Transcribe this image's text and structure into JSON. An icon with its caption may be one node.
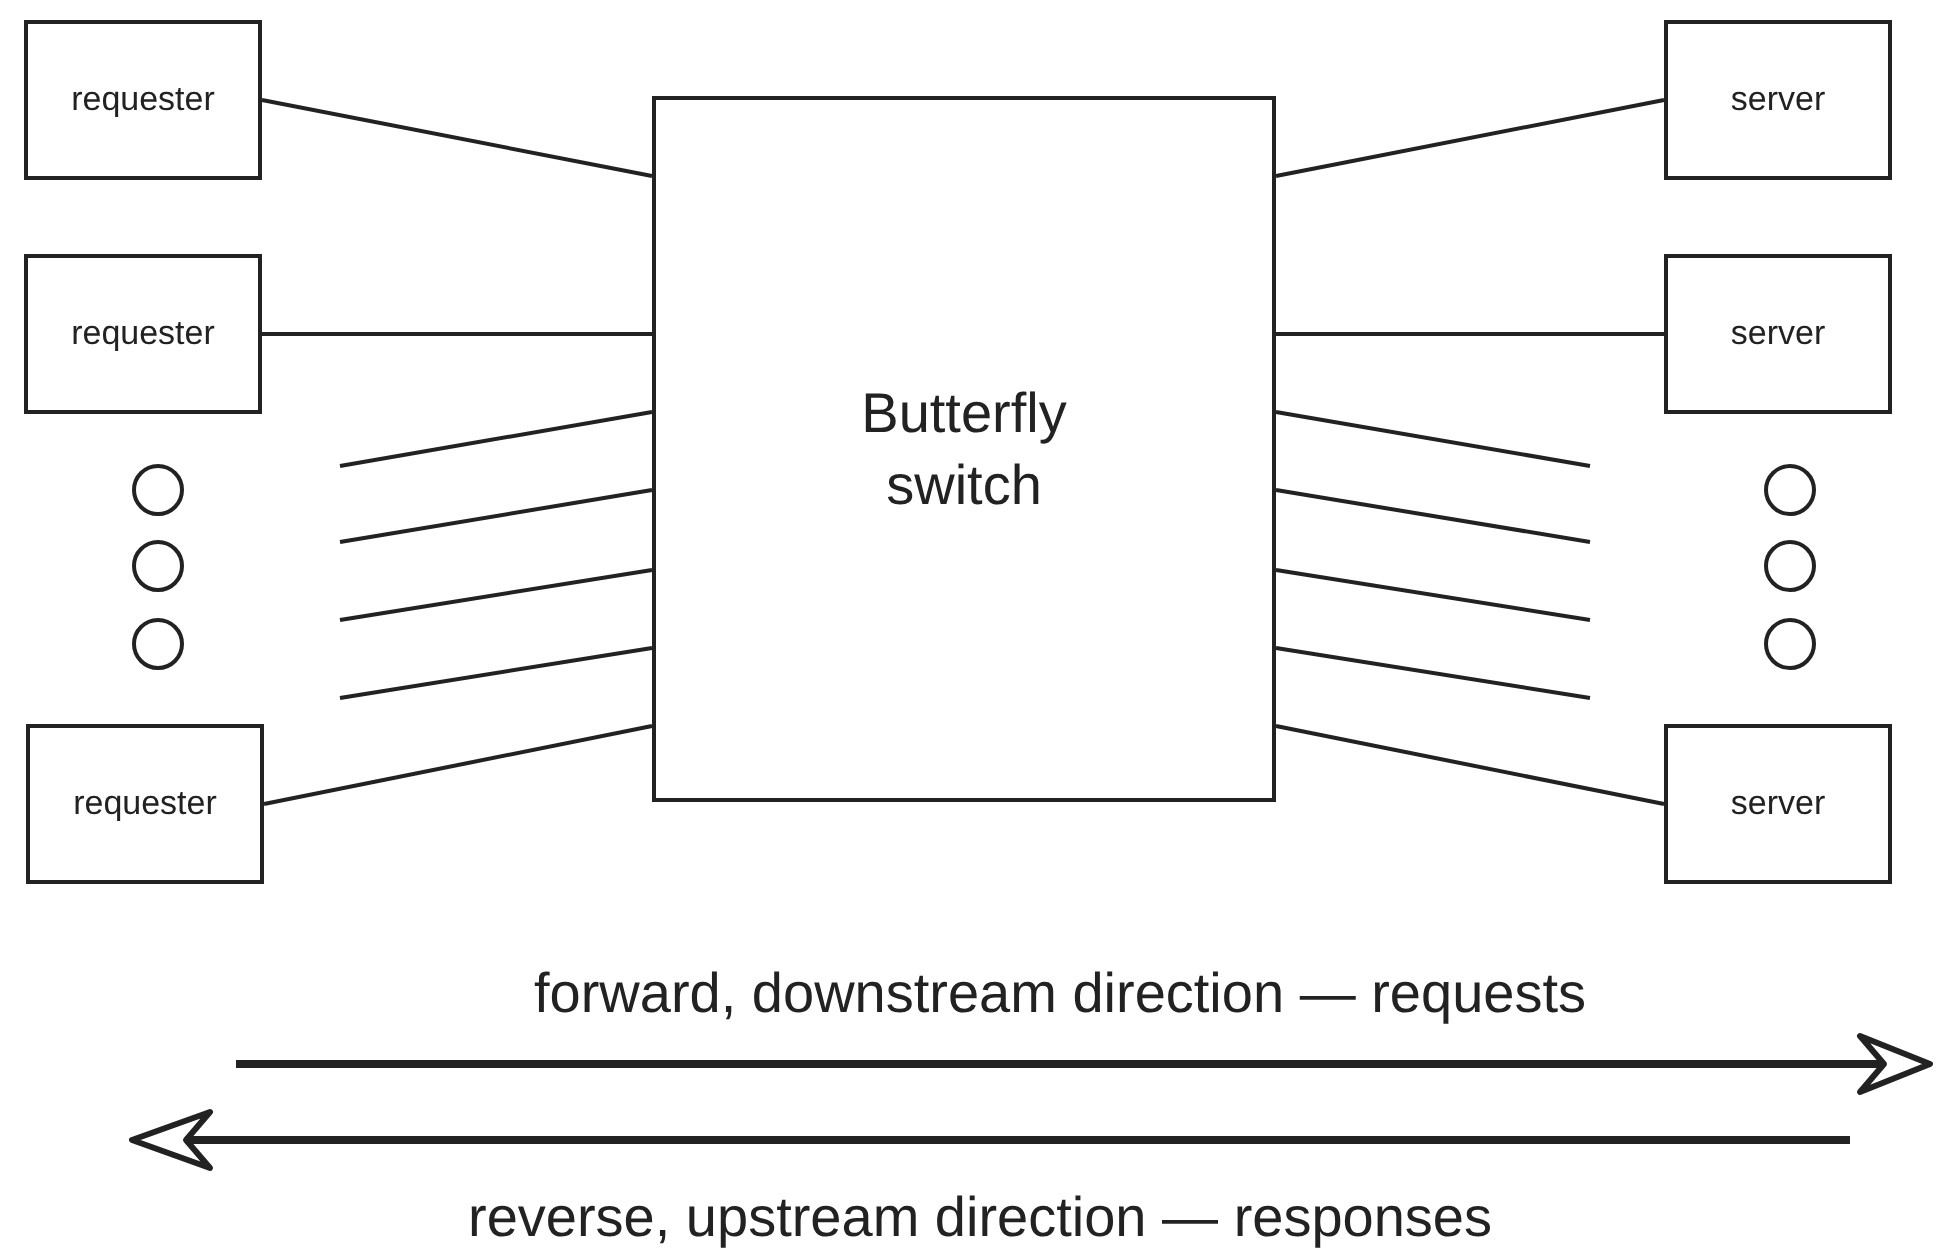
{
  "diagram": {
    "nodes": [
      {
        "text": [
          "requester"
        ]
      },
      {
        "text": [
          "requester"
        ]
      },
      {
        "text": [
          "requester"
        ]
      },
      {
        "text": [
          "Butterfly switch"
        ]
      },
      {
        "text": [
          "server"
        ]
      },
      {
        "text": [
          "server"
        ]
      },
      {
        "text": [
          "server"
        ]
      },
      {
        "text": [],
        "shape": "circle"
      },
      {
        "text": [],
        "shape": "circle"
      },
      {
        "text": [],
        "shape": "circle"
      },
      {
        "text": [],
        "shape": "circle"
      },
      {
        "text": [],
        "shape": "circle"
      },
      {
        "text": [],
        "shape": "circle"
      }
    ],
    "edges": [
      {
        "from": 0,
        "to": 3,
        "arrow": "none"
      },
      {
        "from": 1,
        "to": 3,
        "arrow": "none"
      },
      {
        "from": null,
        "to": 3,
        "arrow": "none"
      },
      {
        "from": null,
        "to": 3,
        "arrow": "none"
      },
      {
        "from": null,
        "to": 3,
        "arrow": "none"
      },
      {
        "from": null,
        "to": 3,
        "arrow": "none"
      },
      {
        "from": 2,
        "to": 3,
        "arrow": "none"
      },
      {
        "from": 3,
        "to": 4,
        "arrow": "none"
      },
      {
        "from": 3,
        "to": 5,
        "arrow": "none"
      },
      {
        "from": 3,
        "to": null,
        "arrow": "none"
      },
      {
        "from": 3,
        "to": null,
        "arrow": "none"
      },
      {
        "from": 3,
        "to": null,
        "arrow": "none"
      },
      {
        "from": 3,
        "to": null,
        "arrow": "none"
      },
      {
        "from": 3,
        "to": 6,
        "arrow": "none"
      }
    ],
    "labels": [
      "forward, downstream direction — requests",
      "reverse, upstream direction — responses"
    ]
  }
}
